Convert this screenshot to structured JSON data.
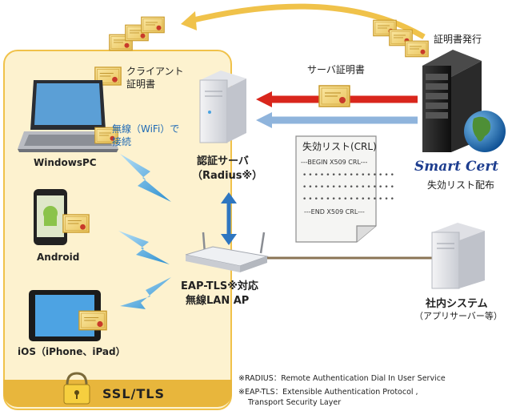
{
  "labels": {
    "client_cert": [
      "クライアント",
      "証明書"
    ],
    "windows_pc": "WindowsPC",
    "wireless": [
      "無線（WiFi）で",
      "接続"
    ],
    "android": "Android",
    "ios": "iOS（iPhone、iPad）",
    "ssl_tls": "SSL/TLS",
    "auth_server": [
      "認証サーバ",
      "（Radius※）"
    ],
    "ap": [
      "EAP-TLS※対応",
      "無線LAN AP"
    ],
    "server_cert": "サーバ証明書",
    "cert_issue": "証明書発行",
    "smart_cert": "Smart Cert",
    "crl_distribution": "失効リスト配布",
    "internal_system": [
      "社内システム",
      "（アプリサーバー等）"
    ]
  },
  "crl": {
    "title": "失効リスト(CRL)",
    "begin": "---BEGIN X509 CRL---",
    "dots": "••••••••••••••••",
    "end": "---END X509 CRL---"
  },
  "notes": [
    "※RADIUS：Remote Authentication Dial In User Service",
    "※EAP-TLS：Extensible Authentication Protocol ,",
    "Transport Security Layer"
  ],
  "colors": {
    "panel_bg": "#fdf2cf",
    "panel_border": "#f0c24a",
    "red_arrow": "#d9261c",
    "blue_arrow": "#8fb4dc",
    "ap_link": "#2e76c0",
    "lan_link": "#8a7455",
    "brand": "#1d3d8f"
  },
  "icons": [
    "certificate-icon",
    "laptop-icon",
    "android-phone-icon",
    "tablet-icon",
    "lightning-icon",
    "server-tower-icon",
    "rack-server-icon",
    "globe-icon",
    "wireless-router-icon",
    "padlock-icon",
    "document-icon"
  ]
}
